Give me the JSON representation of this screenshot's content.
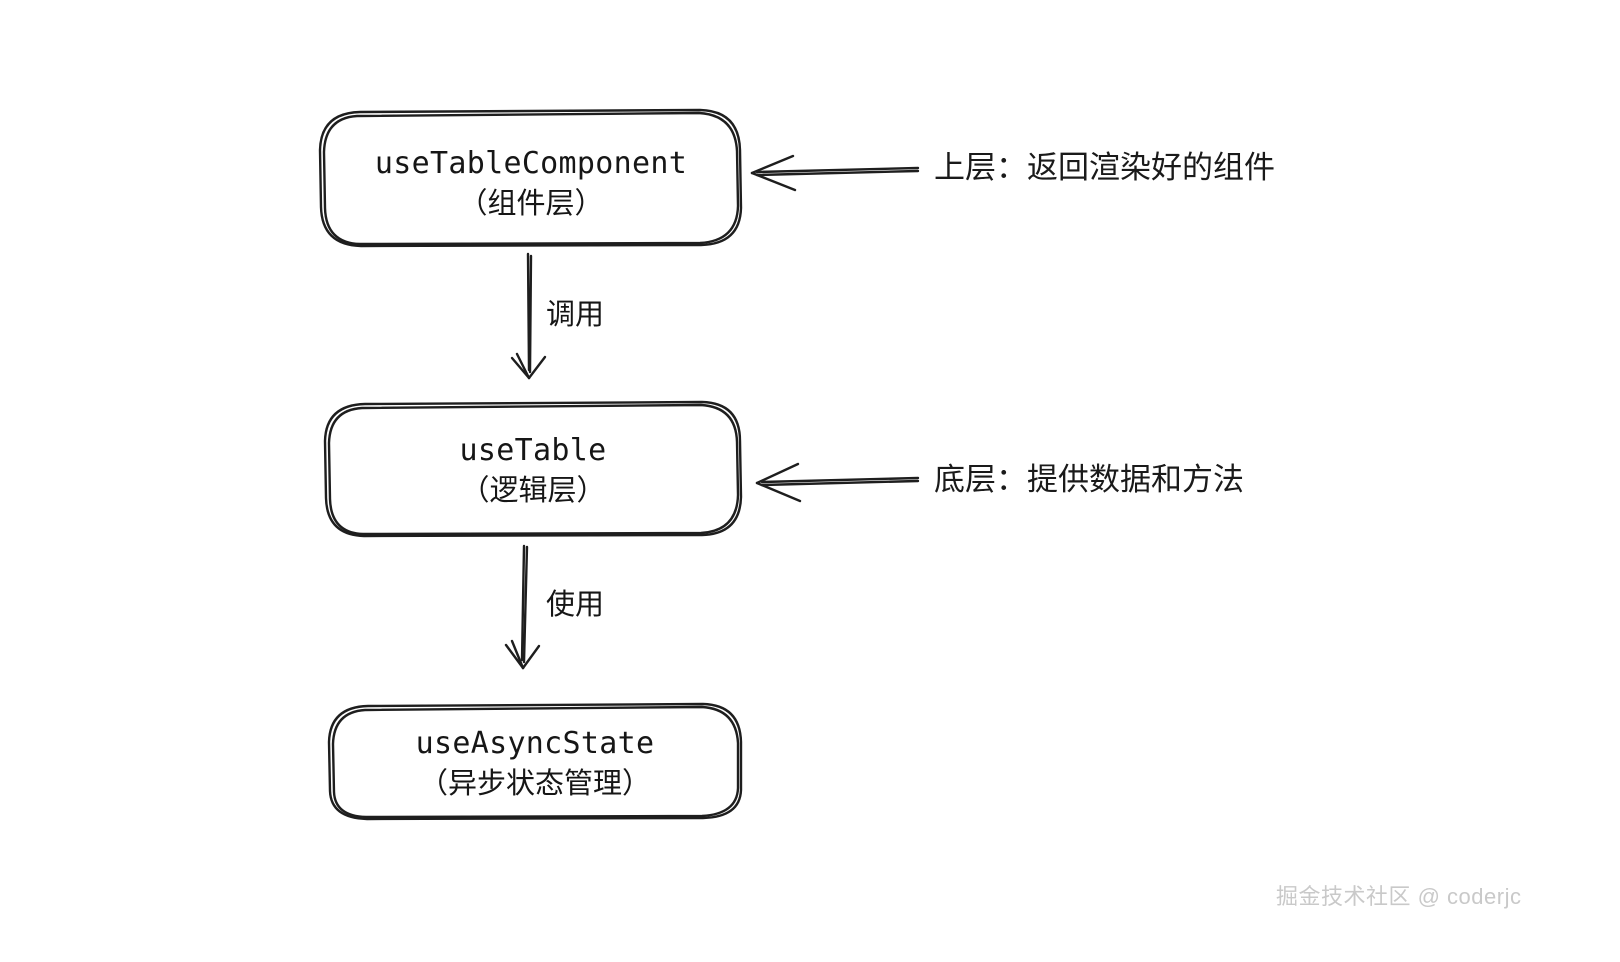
{
  "diagram": {
    "type": "flowchart",
    "style": "hand-drawn-sketch",
    "background_color": "#ffffff",
    "stroke_color": "#1e1e1e",
    "nodes": [
      {
        "id": "use-table-component",
        "title": "useTableComponent",
        "subtitle": "（组件层）",
        "shape": "rounded-rectangle"
      },
      {
        "id": "use-table",
        "title": "useTable",
        "subtitle": "（逻辑层）",
        "shape": "rounded-rectangle"
      },
      {
        "id": "use-async-state",
        "title": "useAsyncState",
        "subtitle": "（异步状态管理）",
        "shape": "rounded-rectangle"
      }
    ],
    "edges": [
      {
        "id": "call-edge",
        "from": "use-table-component",
        "to": "use-table",
        "label": "调用",
        "direction": "down"
      },
      {
        "id": "use-edge",
        "from": "use-table",
        "to": "use-async-state",
        "label": "使用",
        "direction": "down"
      }
    ],
    "annotations": [
      {
        "id": "upper-annotation",
        "text": "上层：返回渲染好的组件",
        "points_to": "use-table-component",
        "arrow_direction": "left"
      },
      {
        "id": "lower-annotation",
        "text": "底层：提供数据和方法",
        "points_to": "use-table",
        "arrow_direction": "left"
      }
    ]
  },
  "watermark": {
    "text": "掘金技术社区 @ coderjc",
    "color": "#c9c9c9"
  }
}
